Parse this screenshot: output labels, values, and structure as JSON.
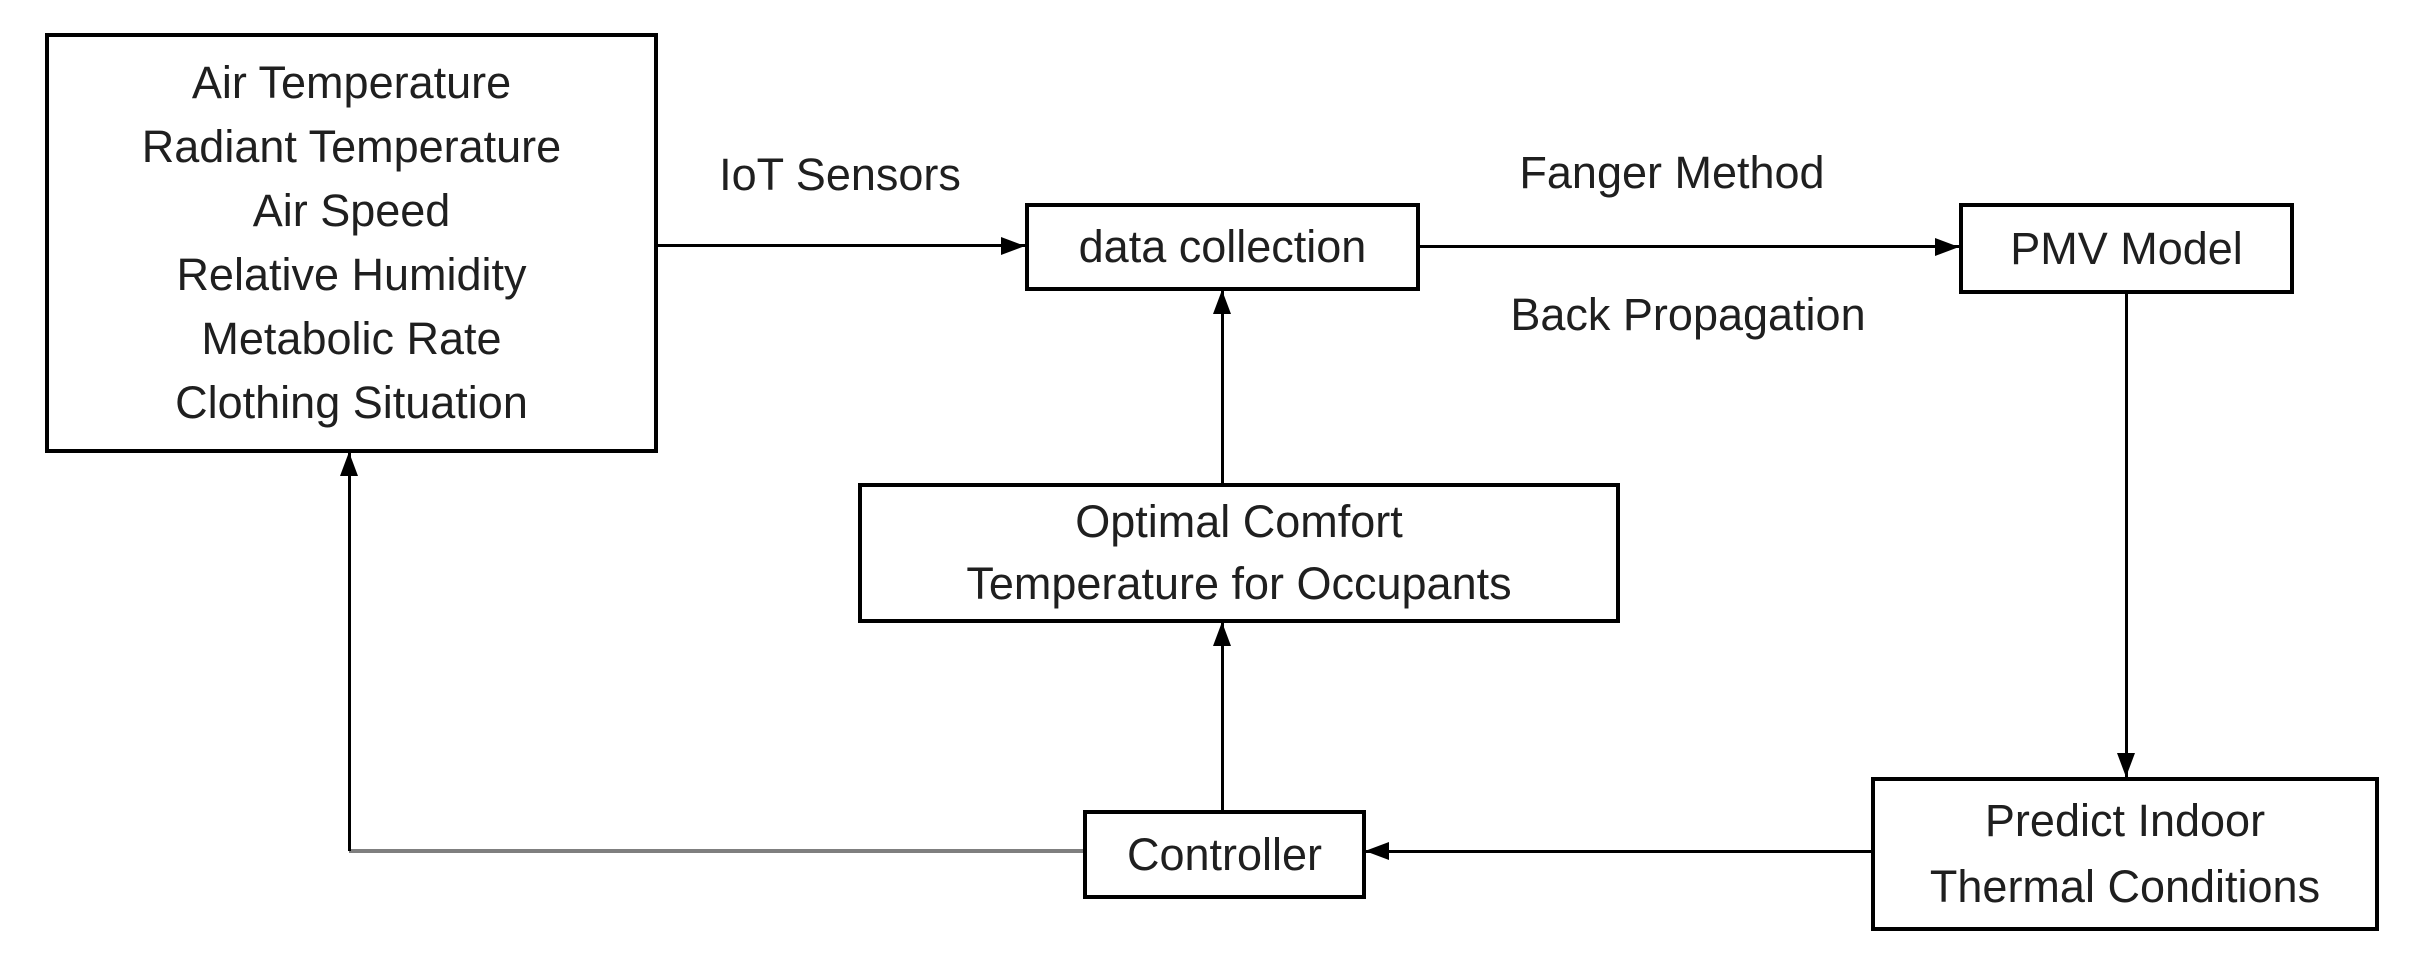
{
  "diagram": {
    "boxes": {
      "inputs": {
        "lines": [
          "Air Temperature",
          "Radiant Temperature",
          "Air Speed",
          "Relative Humidity",
          "Metabolic Rate",
          "Clothing Situation"
        ]
      },
      "data_collection": {
        "label": "data collection"
      },
      "pmv": {
        "label": "PMV Model"
      },
      "optimal": {
        "lines": [
          "Optimal Comfort",
          "Temperature for Occupants"
        ]
      },
      "controller": {
        "label": "Controller"
      },
      "predict": {
        "lines": [
          "Predict Indoor",
          "Thermal Conditions"
        ]
      }
    },
    "edge_labels": {
      "iot": "IoT Sensors",
      "fanger": "Fanger Method",
      "backprop": "Back Propagation"
    },
    "colors": {
      "line": "#000000",
      "feedback_line": "#7f7f7f",
      "text": "#1f1f1f",
      "background": "#ffffff"
    }
  }
}
